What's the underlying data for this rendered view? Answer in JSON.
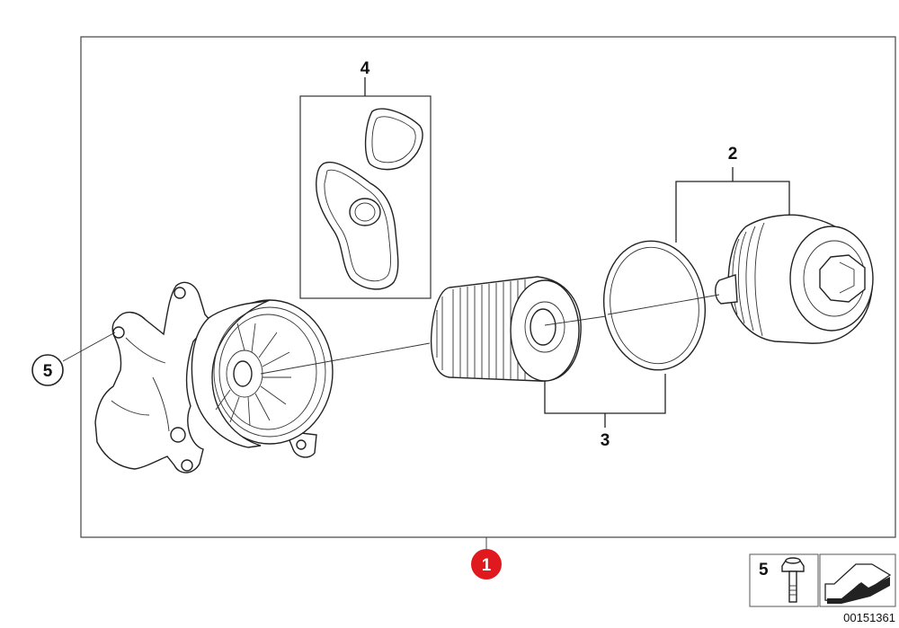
{
  "callouts": {
    "gasket_set": "4",
    "filter_cover": "2",
    "filter_element": "3",
    "bolt": "5"
  },
  "hotspot": {
    "label": "1",
    "color": "#e0191e"
  },
  "legend": {
    "bolt_number": "5"
  },
  "diagram_code": "00151361"
}
